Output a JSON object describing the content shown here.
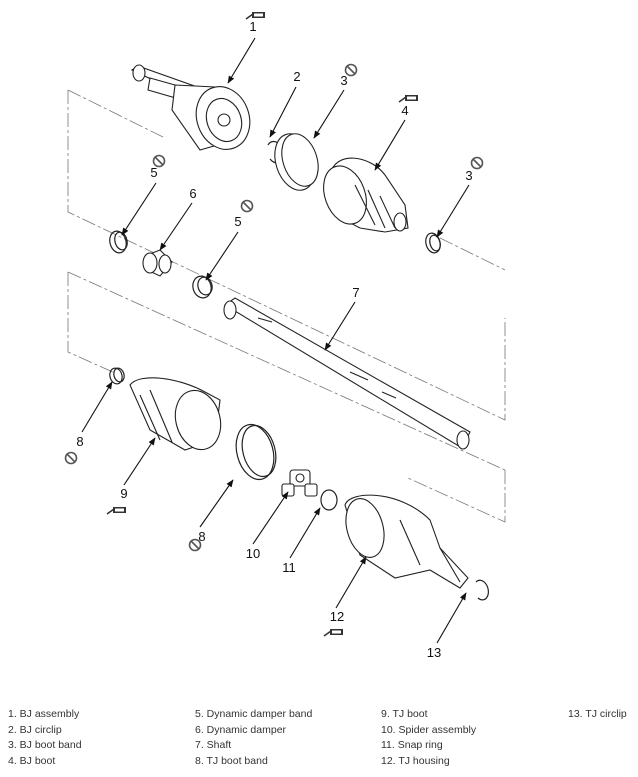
{
  "callouts": [
    {
      "num": "1"
    },
    {
      "num": "2"
    },
    {
      "num": "3"
    },
    {
      "num": "4"
    },
    {
      "num": "5"
    },
    {
      "num": "6"
    },
    {
      "num": "5"
    },
    {
      "num": "3"
    },
    {
      "num": "7"
    },
    {
      "num": "8"
    },
    {
      "num": "9"
    },
    {
      "num": "8"
    },
    {
      "num": "10"
    },
    {
      "num": "11"
    },
    {
      "num": "12"
    },
    {
      "num": "13"
    }
  ],
  "legend": [
    [
      "1. BJ assembly",
      "2. BJ circlip",
      "3. BJ boot band",
      "4. BJ boot"
    ],
    [
      "5. Dynamic damper band",
      "6. Dynamic damper",
      "7. Shaft",
      "8. TJ boot band"
    ],
    [
      "9. TJ boot",
      "10. Spider assembly",
      "11. Snap ring",
      "12. TJ housing"
    ],
    [
      "13. TJ circlip"
    ]
  ],
  "icons": {
    "no_reuse": "no-reuse-icon",
    "grease": "grease-icon"
  }
}
